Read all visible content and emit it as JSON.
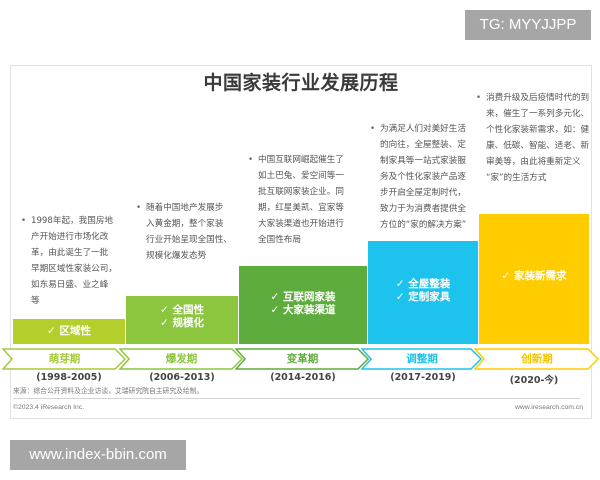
{
  "watermarks": {
    "top_right": "TG: MYYJJPP",
    "bottom_left": "www.index-bbin.com"
  },
  "chart_data": {
    "type": "table",
    "title": "中国家装行业发展历程",
    "stages": [
      {
        "name": "萌芽期",
        "years": "(1998-2005)",
        "color": "#b4cf2c",
        "features": [
          "区域性"
        ],
        "description": "1998年起，我国房地产开始进行市场化改革，由此诞生了一批早期区域性家装公司，如东易日盛、业之峰等"
      },
      {
        "name": "爆发期",
        "years": "(2006-2013)",
        "color": "#8cc63f",
        "features": [
          "全国性",
          "规模化"
        ],
        "description": "随着中国地产发展步入黄金期，整个家装行业开始呈现全国性、规模化爆发态势"
      },
      {
        "name": "变革期",
        "years": "(2014-2016)",
        "color": "#5fac3e",
        "features": [
          "互联网家装",
          "大家装渠道"
        ],
        "description": "中国互联网崛起催生了如土巴兔、爱空间等一批互联网家装企业。同期，红星美凯、宜家等大家装渠道也开始进行全国性布局"
      },
      {
        "name": "调整期",
        "years": "(2017-2019)",
        "color": "#1dc3ec",
        "features": [
          "全屋整装",
          "定制家具"
        ],
        "description": "为满足人们对美好生活的向往，全屋整装、定制家具等一站式家装服务及个性化家装产品逐步开启全屋定制时代，致力于为消费者提供全方位的“家的解决方案”"
      },
      {
        "name": "创新期",
        "years": "(2020-今)",
        "color": "#ffcc00",
        "features": [
          "家装新需求"
        ],
        "description": "消费升级及后疫情时代的到来，催生了一系列多元化、个性化家装新需求，如：健康、低碳、智能、适老、新审美等，由此将重新定义“家”的生活方式"
      }
    ]
  },
  "card": {
    "title": "中国家装行业发展历程",
    "check": "✓",
    "bullet": "•",
    "desc_lines": [
      [
        "1998年起，我国房地",
        "产开始进行市场化改",
        "革，由此诞生了一批",
        "早期区域性家装公司，",
        "如东易日盛、业之峰",
        "等"
      ],
      [
        "随着中国地产发展步",
        "入黄金期，整个家装",
        "行业开始呈现全国性、",
        "规模化爆发态势"
      ],
      [
        "中国互联网崛起催生了",
        "如土巴兔、爱空间等一",
        "批互联网家装企业。同",
        "期，红星美凯、宜家等",
        "大家装渠道也开始进行",
        "全国性布局"
      ],
      [
        "为满足人们对美好生活",
        "的向往，全屋整装、定",
        "制家具等一站式家装服",
        "务及个性化家装产品逐",
        "步开启全屋定制时代，",
        "致力于为消费者提供全",
        "方位的“家的解决方案”"
      ],
      [
        "消费升级及后疫情时代的到",
        "来，催生了一系列多元化、",
        "个性化家装新需求，如：健",
        "康、低碳、智能、适老、新",
        "审美等，由此将重新定义",
        "“家”的生活方式"
      ]
    ],
    "features": [
      [
        "✓ 区域性"
      ],
      [
        "✓ 全国性",
        "✓ 规模化"
      ],
      [
        "✓ 互联网家装",
        "✓ 大家装渠道"
      ],
      [
        "✓ 全屋整装",
        "✓ 定制家具"
      ],
      [
        "✓ 家装新需求"
      ]
    ],
    "phases": [
      {
        "name": "萌芽期",
        "years": "(1998-2005)",
        "color": "#a5c93a"
      },
      {
        "name": "爆发期",
        "years": "(2006-2013)",
        "color": "#8cc63f"
      },
      {
        "name": "变革期",
        "years": "(2014-2016)",
        "color": "#5fac3e"
      },
      {
        "name": "调整期",
        "years": "(2017-2019)",
        "color": "#1dc3ec"
      },
      {
        "name": "创新期",
        "years": "(2020-今)",
        "color": "#ffcc00"
      }
    ],
    "source": "来源：综合公开资料及企业访谈，艾瑞研究院自主研究及绘制。",
    "copyright": "©2023.4 iResearch Inc.",
    "website": "www.iresearch.com.cn"
  }
}
